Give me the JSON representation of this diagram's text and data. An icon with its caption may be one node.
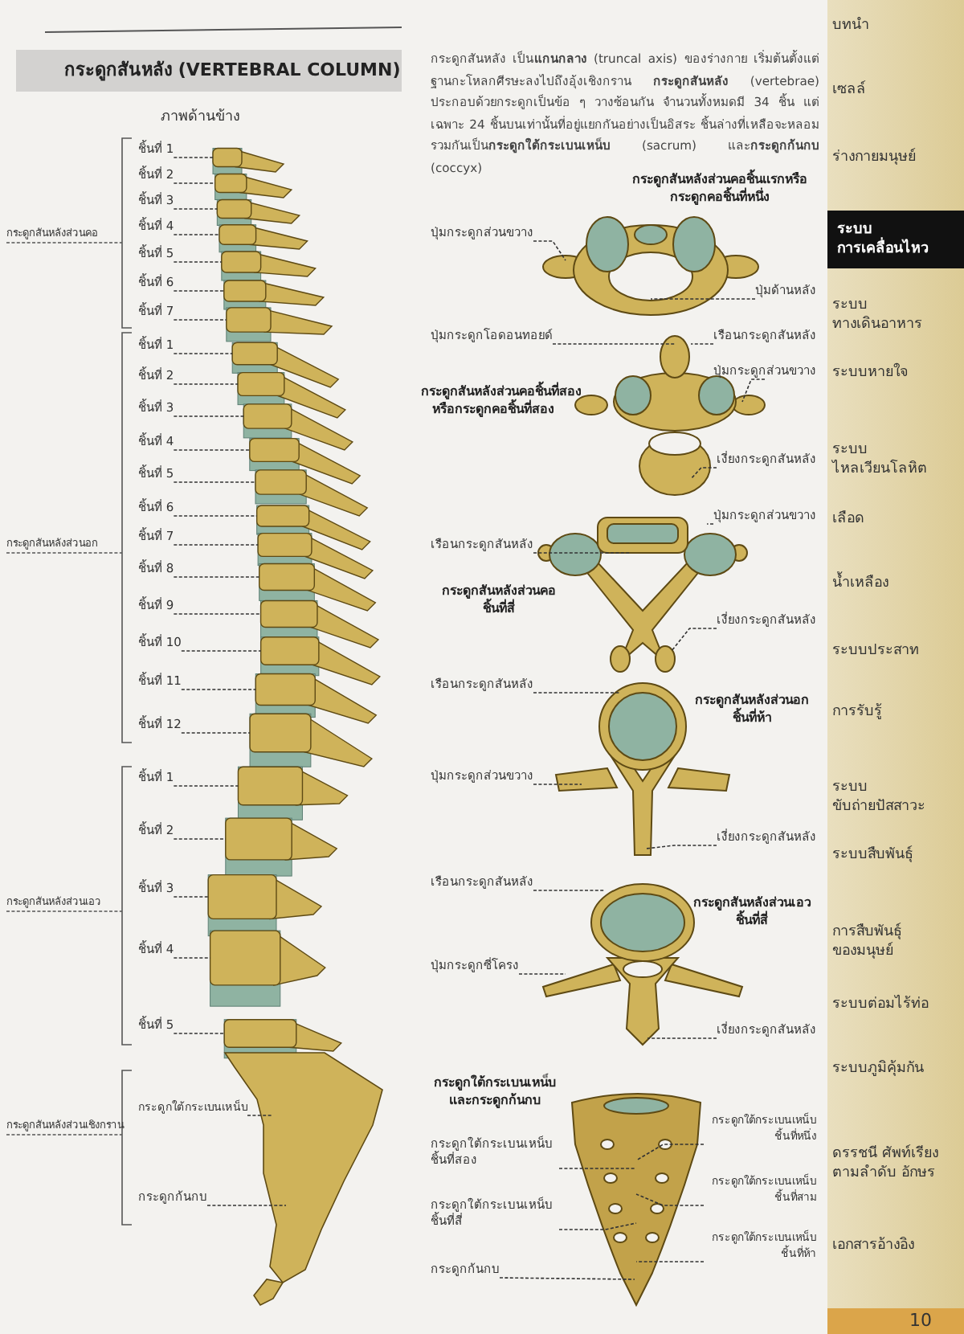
{
  "diagram": {
    "title": "กระดูกสันหลัง (VERTEBRAL COLUMN)",
    "nodes": [
      {
        "text": [
          "ชิ้นที่ 1"
        ]
      },
      {
        "text": [
          "ชิ้นที่ 2"
        ]
      },
      {
        "text": [
          "ชิ้นที่ 3"
        ]
      },
      {
        "text": [
          "ชิ้นที่ 4"
        ]
      },
      {
        "text": [
          "ชิ้นที่ 5"
        ]
      },
      {
        "text": [
          "ชิ้นที่ 6"
        ]
      },
      {
        "text": [
          "ชิ้นที่ 7"
        ]
      },
      {
        "text": [
          "ชิ้นที่ 1"
        ]
      },
      {
        "text": [
          "ชิ้นที่ 2"
        ]
      },
      {
        "text": [
          "ชิ้นที่ 3"
        ]
      },
      {
        "text": [
          "ชิ้นที่ 4"
        ]
      },
      {
        "text": [
          "ชิ้นที่ 5"
        ]
      },
      {
        "text": [
          "ชิ้นที่ 6"
        ]
      },
      {
        "text": [
          "ชิ้นที่ 7"
        ]
      },
      {
        "text": [
          "ชิ้นที่ 8"
        ]
      },
      {
        "text": [
          "ชิ้นที่ 9"
        ]
      },
      {
        "text": [
          "ชิ้นที่ 10"
        ]
      },
      {
        "text": [
          "ชิ้นที่ 11"
        ]
      },
      {
        "text": [
          "ชิ้นที่ 12"
        ]
      },
      {
        "text": [
          "ชิ้นที่ 1"
        ]
      },
      {
        "text": [
          "ชิ้นที่ 2"
        ]
      },
      {
        "text": [
          "ชิ้นที่ 3"
        ]
      },
      {
        "text": [
          "ชิ้นที่ 4"
        ]
      },
      {
        "text": [
          "ชิ้นที่ 5"
        ]
      },
      {
        "text": [
          "กระดูกใต้กระเบนเหน็บ"
        ]
      },
      {
        "text": [
          "กระดูกก้นกบ"
        ]
      },
      {
        "text": [
          "ปุ่มกระดูกส่วนขวาง"
        ]
      },
      {
        "text": [
          "ปุ่มด้านหลัง"
        ]
      },
      {
        "text": [
          "ปุ่มกระดูกโอดอนทอยด์"
        ]
      },
      {
        "text": [
          "เรือนกระดูกสันหลัง"
        ]
      },
      {
        "text": [
          "ปุ่มกระดูกส่วนขวาง"
        ]
      },
      {
        "text": [
          "เงี่ยงกระดูกสันหลัง"
        ]
      },
      {
        "text": [
          "ปุ่มกระดูกส่วนขวาง"
        ]
      },
      {
        "text": [
          "เรือนกระดูกสันหลัง"
        ]
      },
      {
        "text": [
          "เงี่ยงกระดูกสันหลัง"
        ]
      },
      {
        "text": [
          "เรือนกระดูกสันหลัง"
        ]
      },
      {
        "text": [
          "ปุ่มกระดูกส่วนขวาง"
        ]
      },
      {
        "text": [
          "เงี่ยงกระดูกสันหลัง"
        ]
      },
      {
        "text": [
          "เรือนกระดูกสันหลัง"
        ]
      },
      {
        "text": [
          "ปุ่มกระดูกซี่โครง"
        ]
      },
      {
        "text": [
          "เงี่ยงกระดูกสันหลัง"
        ]
      },
      {
        "text": [
          "กระดูกใต้กระเบนเหน็บ ชิ้นที่หนึ่ง"
        ]
      },
      {
        "text": [
          "กระดูกใต้กระเบนเหน็บ ชิ้นที่สอง"
        ]
      },
      {
        "text": [
          "กระดูกใต้กระเบนเหน็บ ชิ้นที่สาม"
        ]
      },
      {
        "text": [
          "กระดูกใต้กระเบนเหน็บ ชิ้นที่สี่"
        ]
      },
      {
        "text": [
          "กระดูกใต้กระเบนเหน็บ ชิ้นที่ห้า"
        ]
      },
      {
        "text": [
          "กระดูกก้นกบ"
        ]
      },
      {
        "text": [
          "บทนำ"
        ]
      },
      {
        "text": [
          "เซลล์"
        ]
      },
      {
        "text": [
          "ร่างกายมนุษย์"
        ]
      },
      {
        "text": [
          "ระบบ การเคลื่อนไหว"
        ]
      },
      {
        "text": [
          "ระบบ ทางเดินอาหาร"
        ]
      },
      {
        "text": [
          "ระบบหายใจ"
        ]
      },
      {
        "text": [
          "ระบบ ไหลเวียนโลหิต"
        ]
      },
      {
        "text": [
          "เลือด"
        ]
      },
      {
        "text": [
          "น้ำเหลือง"
        ]
      },
      {
        "text": [
          "ระบบประสาท"
        ]
      },
      {
        "text": [
          "การรับรู้"
        ]
      },
      {
        "text": [
          "ระบบ ขับถ่ายปัสสาวะ"
        ]
      },
      {
        "text": [
          "ระบบสืบพันธุ์"
        ]
      },
      {
        "text": [
          "การสืบพันธุ์ ของมนุษย์"
        ]
      },
      {
        "text": [
          "ระบบต่อมไร้ท่อ"
        ]
      },
      {
        "text": [
          "ระบบภูมิคุ้มกัน"
        ]
      },
      {
        "text": [
          "ดรรชนี ศัพท์เรียง ตามลำดับ อักษร"
        ]
      },
      {
        "text": [
          "เอกสารอ้างอิง"
        ]
      },
      {
        "text": [],
        "shape": "picture"
      },
      {
        "text": [],
        "shape": "picture"
      },
      {
        "text": [],
        "shape": "picture"
      },
      {
        "text": [],
        "shape": "picture"
      },
      {
        "text": [],
        "shape": "picture"
      },
      {
        "text": [],
        "shape": "picture"
      },
      {
        "text": [],
        "shape": "picture"
      }
    ],
    "edges": [
      {
        "from": 0,
        "to": 65,
        "arrow": "none",
        "style": "dashed"
      },
      {
        "from": 1,
        "to": 65,
        "arrow": "none",
        "style": "dashed"
      },
      {
        "from": 2,
        "to": 65,
        "arrow": "none",
        "style": "dashed"
      },
      {
        "from": 3,
        "to": 65,
        "arrow": "none",
        "style": "dashed"
      },
      {
        "from": 4,
        "to": 65,
        "arrow": "none",
        "style": "dashed"
      },
      {
        "from": 5,
        "to": 65,
        "arrow": "none",
        "style": "dashed"
      },
      {
        "from": 6,
        "to": 65,
        "arrow": "none",
        "style": "dashed"
      },
      {
        "from": 7,
        "to": 65,
        "arrow": "none",
        "style": "dashed"
      },
      {
        "from": 8,
        "to": 65,
        "arrow": "none",
        "style": "dashed"
      },
      {
        "from": 9,
        "to": 65,
        "arrow": "none",
        "style": "dashed"
      },
      {
        "from": 10,
        "to": 65,
        "arrow": "none",
        "style": "dashed"
      },
      {
        "from": 11,
        "to": 65,
        "arrow": "none",
        "style": "dashed"
      },
      {
        "from": 12,
        "to": 65,
        "arrow": "none",
        "style": "dashed"
      },
      {
        "from": 13,
        "to": 65,
        "arrow": "none",
        "style": "dashed"
      },
      {
        "from": 14,
        "to": 65,
        "arrow": "none",
        "style": "dashed"
      },
      {
        "from": 15,
        "to": 65,
        "arrow": "none",
        "style": "dashed"
      },
      {
        "from": 16,
        "to": 65,
        "arrow": "none",
        "style": "dashed"
      },
      {
        "from": 17,
        "to": 65,
        "arrow": "none",
        "style": "dashed"
      },
      {
        "from": 18,
        "to": 65,
        "arrow": "none",
        "style": "dashed"
      },
      {
        "from": 19,
        "to": 65,
        "arrow": "none",
        "style": "dashed"
      },
      {
        "from": 20,
        "to": 65,
        "arrow": "none",
        "style": "dashed"
      },
      {
        "from": 21,
        "to": 65,
        "arrow": "none",
        "style": "dashed"
      },
      {
        "from": 22,
        "to": 65,
        "arrow": "none",
        "style": "dashed"
      },
      {
        "from": 23,
        "to": 65,
        "arrow": "none",
        "style": "dashed"
      },
      {
        "from": 24,
        "to": 65,
        "arrow": "none",
        "style": "dashed"
      },
      {
        "from": 25,
        "to": 65,
        "arrow": "none",
        "style": "dashed"
      },
      {
        "from": 26,
        "to": 66,
        "arrow": "none",
        "style": "dashed"
      },
      {
        "from": 27,
        "to": 66,
        "arrow": "none",
        "style": "dashed"
      },
      {
        "from": 28,
        "to": 67,
        "arrow": "none",
        "style": "dashed"
      },
      {
        "from": 29,
        "to": 67,
        "arrow": "none",
        "style": "dashed"
      },
      {
        "from": 30,
        "to": 67,
        "arrow": "none",
        "style": "dashed"
      },
      {
        "from": 31,
        "to": 67,
        "arrow": "none",
        "style": "dashed"
      },
      {
        "from": 32,
        "to": 68,
        "arrow": "none",
        "style": "dashed"
      },
      {
        "from": 33,
        "to": 68,
        "arrow": "none",
        "style": "dashed"
      },
      {
        "from": 34,
        "to": 68,
        "arrow": "none",
        "style": "dashed"
      },
      {
        "from": 35,
        "to": 69,
        "arrow": "none",
        "style": "dashed"
      },
      {
        "from": 36,
        "to": 69,
        "arrow": "none",
        "style": "dashed"
      },
      {
        "from": 37,
        "to": 69,
        "arrow": "none",
        "style": "dashed"
      },
      {
        "from": 38,
        "to": 70,
        "arrow": "none",
        "style": "dashed"
      },
      {
        "from": 39,
        "to": 70,
        "arrow": "none",
        "style": "dashed"
      },
      {
        "from": 40,
        "to": 70,
        "arrow": "none",
        "style": "dashed"
      },
      {
        "from": 41,
        "to": 71,
        "arrow": "none",
        "style": "dashed"
      },
      {
        "from": 42,
        "to": 71,
        "arrow": "none",
        "style": "dashed"
      },
      {
        "from": 43,
        "to": 71,
        "arrow": "none",
        "style": "dashed"
      },
      {
        "from": 44,
        "to": 71,
        "arrow": "none",
        "style": "dashed"
      },
      {
        "from": 45,
        "to": 71,
        "arrow": "none",
        "style": "dashed"
      },
      {
        "from": 46,
        "to": 71,
        "arrow": "none",
        "style": "dashed"
      }
    ],
    "labels": [
      "ภาพด้านข้าง",
      "กระดูกสันหลังส่วนคอ",
      "กระดูกสันหลังส่วนอก",
      "กระดูกสันหลังส่วนเอว",
      "กระดูกสันหลังส่วนเชิงกราน",
      "กระดูกสันหลัง เป็น**แกนกลาง** (truncal axis) ของร่างกาย เริ่มต้นตั้งแต่ฐานกะโหลกศีรษะลงไปถึงอุ้งเชิงกราน **กระดูกสันหลัง** (vertebrae) ประกอบด้วยกระดูกเป็นข้อ ๆ วางซ้อนกัน จำนวนทั้งหมดมี 34 ชิ้น แต่เฉพาะ 24 ชิ้นบนเท่านั้นที่อยู่แยกกันอย่างเป็นอิสระ ชิ้นล่างที่เหลือจะหลอมรวมกันเป็น**กระดูกใต้กระเบนเหน็บ** (sacrum) และ**กระดูกก้นกบ** (coccyx)",
      "กระดูกสันหลังส่วนคอชิ้นแรกหรือ กระดูกคอชิ้นที่หนึ่ง",
      "กระดูกสันหลังส่วนคอชิ้นที่สอง หรือกระดูกคอชิ้นที่สอง",
      "กระดูกสันหลังส่วนคอ ชิ้นที่สี่",
      "กระดูกสันหลังส่วนอก ชิ้นที่ห้า",
      "กระดูกสันหลังส่วนเอว ชิ้นที่สี่",
      "กระดูกใต้กระเบนเหน็บ และกระดูกก้นกบ",
      "10"
    ]
  }
}
